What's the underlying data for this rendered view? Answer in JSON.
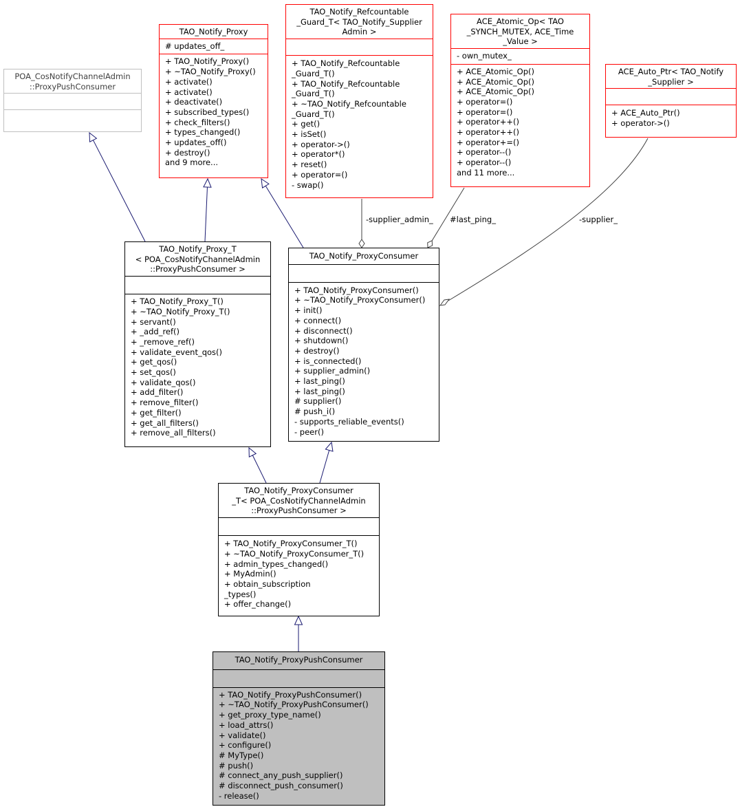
{
  "classes": {
    "poa_proxy_push_consumer": {
      "title": "POA_CosNotifyChannelAdmin\n::ProxyPushConsumer",
      "attributes": [],
      "operations": []
    },
    "notify_proxy": {
      "title": "TAO_Notify_Proxy",
      "attributes": [
        "# updates_off_"
      ],
      "operations": [
        "+ TAO_Notify_Proxy()",
        "+ ~TAO_Notify_Proxy()",
        "+ activate()",
        "+ activate()",
        "+ deactivate()",
        "+ subscribed_types()",
        "+ check_filters()",
        "+ types_changed()",
        "+ updates_off()",
        "+ destroy()",
        "and 9 more..."
      ]
    },
    "refcountable_guard": {
      "title": "TAO_Notify_Refcountable\n_Guard_T< TAO_Notify_Supplier\nAdmin >",
      "attributes": [],
      "operations": [
        "+ TAO_Notify_Refcountable\n_Guard_T()",
        "+ TAO_Notify_Refcountable\n_Guard_T()",
        "+ ~TAO_Notify_Refcountable\n_Guard_T()",
        "+ get()",
        "+ isSet()",
        "+ operator->()",
        "+ operator*()",
        "+ reset()",
        "+ operator=()",
        "- swap()"
      ]
    },
    "atomic_op": {
      "title": "ACE_Atomic_Op< TAO\n_SYNCH_MUTEX, ACE_Time\n_Value >",
      "attributes": [
        "- own_mutex_"
      ],
      "operations": [
        "+ ACE_Atomic_Op()",
        "+ ACE_Atomic_Op()",
        "+ ACE_Atomic_Op()",
        "+ operator=()",
        "+ operator=()",
        "+ operator++()",
        "+ operator++()",
        "+ operator+=()",
        "+ operator--()",
        "+ operator--()",
        "and 11 more..."
      ]
    },
    "auto_ptr": {
      "title": "ACE_Auto_Ptr< TAO_Notify\n_Supplier >",
      "attributes": [],
      "operations": [
        "+ ACE_Auto_Ptr()",
        "+ operator->()"
      ]
    },
    "proxy_t": {
      "title": "TAO_Notify_Proxy_T\n< POA_CosNotifyChannelAdmin\n::ProxyPushConsumer >",
      "attributes": [],
      "operations": [
        "+ TAO_Notify_Proxy_T()",
        "+ ~TAO_Notify_Proxy_T()",
        "+ servant()",
        "+ _add_ref()",
        "+ _remove_ref()",
        "+ validate_event_qos()",
        "+ get_qos()",
        "+ set_qos()",
        "+ validate_qos()",
        "+ add_filter()",
        "+ remove_filter()",
        "+ get_filter()",
        "+ get_all_filters()",
        "+ remove_all_filters()"
      ]
    },
    "proxy_consumer": {
      "title": "TAO_Notify_ProxyConsumer",
      "attributes": [],
      "operations": [
        "+ TAO_Notify_ProxyConsumer()",
        "+ ~TAO_Notify_ProxyConsumer()",
        "+ init()",
        "+ connect()",
        "+ disconnect()",
        "+ shutdown()",
        "+ destroy()",
        "+ is_connected()",
        "+ supplier_admin()",
        "+ last_ping()",
        "+ last_ping()",
        "# supplier()",
        "# push_i()",
        "- supports_reliable_events()",
        "- peer()"
      ]
    },
    "proxy_consumer_t": {
      "title": "TAO_Notify_ProxyConsumer\n_T< POA_CosNotifyChannelAdmin\n::ProxyPushConsumer >",
      "attributes": [],
      "operations": [
        "+ TAO_Notify_ProxyConsumer_T()",
        "+ ~TAO_Notify_ProxyConsumer_T()",
        "+ admin_types_changed()",
        "+ MyAdmin()",
        "+ obtain_subscription\n_types()",
        "+ offer_change()"
      ]
    },
    "proxy_push_consumer": {
      "title": "TAO_Notify_ProxyPushConsumer",
      "attributes": [],
      "operations": [
        "+ TAO_Notify_ProxyPushConsumer()",
        "+ ~TAO_Notify_ProxyPushConsumer()",
        "+ get_proxy_type_name()",
        "+ load_attrs()",
        "+ validate()",
        "+ configure()",
        "# MyType()",
        "# push()",
        "# connect_any_push_supplier()",
        "# disconnect_push_consumer()",
        "- release()"
      ]
    }
  },
  "edge_labels": {
    "supplier_admin": "-supplier_admin_",
    "last_ping": "#last_ping_",
    "supplier": "-supplier_"
  },
  "colors": {
    "inheritance_edge": "#191970",
    "composition_edge": "#404040",
    "focus_fill": "#bfbfbf",
    "undocumented_border": "#ff0000"
  }
}
